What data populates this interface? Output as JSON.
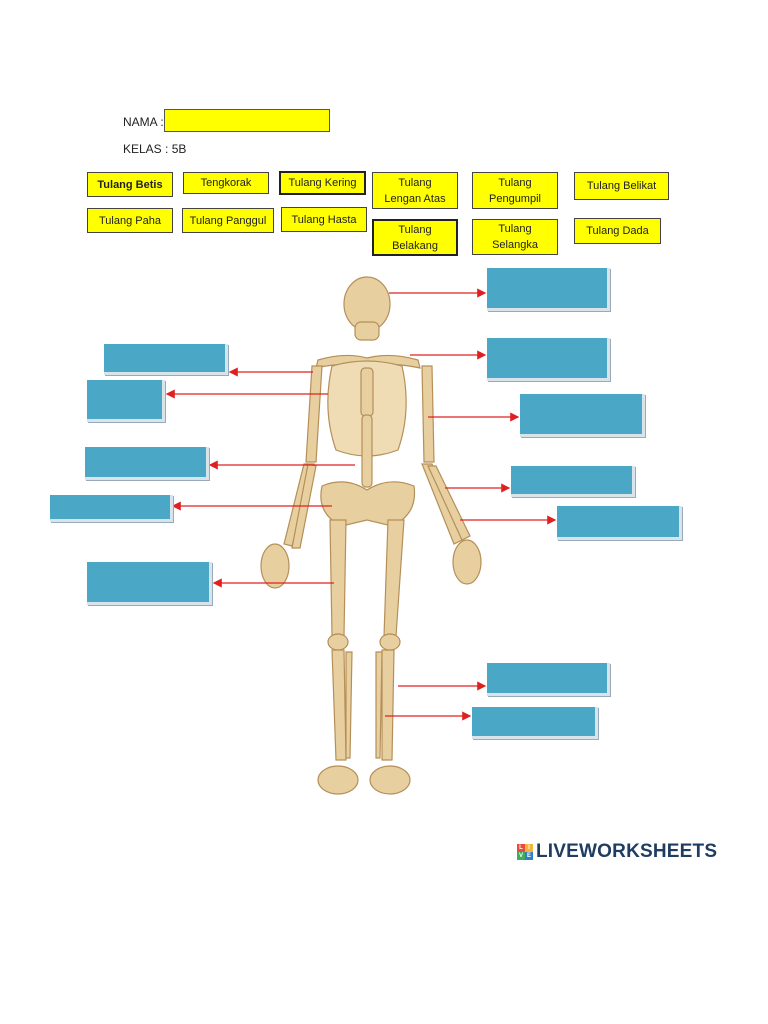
{
  "header": {
    "name_label": "NAMA :",
    "class_label": "KELAS : 5B"
  },
  "word_bank": [
    {
      "lines": [
        "Tulang Betis"
      ]
    },
    {
      "lines": [
        "Tengkorak"
      ]
    },
    {
      "lines": [
        "Tulang Kering"
      ]
    },
    {
      "lines": [
        "Tulang",
        "Lengan Atas"
      ]
    },
    {
      "lines": [
        "Tulang",
        "Pengumpil"
      ]
    },
    {
      "lines": [
        "Tulang Belikat"
      ]
    },
    {
      "lines": [
        "Tulang Paha"
      ]
    },
    {
      "lines": [
        "Tulang Panggul"
      ]
    },
    {
      "lines": [
        "Tulang Hasta"
      ]
    },
    {
      "lines": [
        "Tulang",
        "Belakang"
      ]
    },
    {
      "lines": [
        "Tulang",
        "Selangka"
      ]
    },
    {
      "lines": [
        "Tulang Dada"
      ]
    }
  ],
  "colors": {
    "chip_bg": "#ffff00",
    "drop_box": "#4aa7c6",
    "arrow": "#e02020",
    "bone": "#e8cfa0"
  },
  "logo": {
    "mark": [
      "L",
      "I",
      "V",
      "E"
    ],
    "text": "LIVEWORKSHEETS"
  }
}
